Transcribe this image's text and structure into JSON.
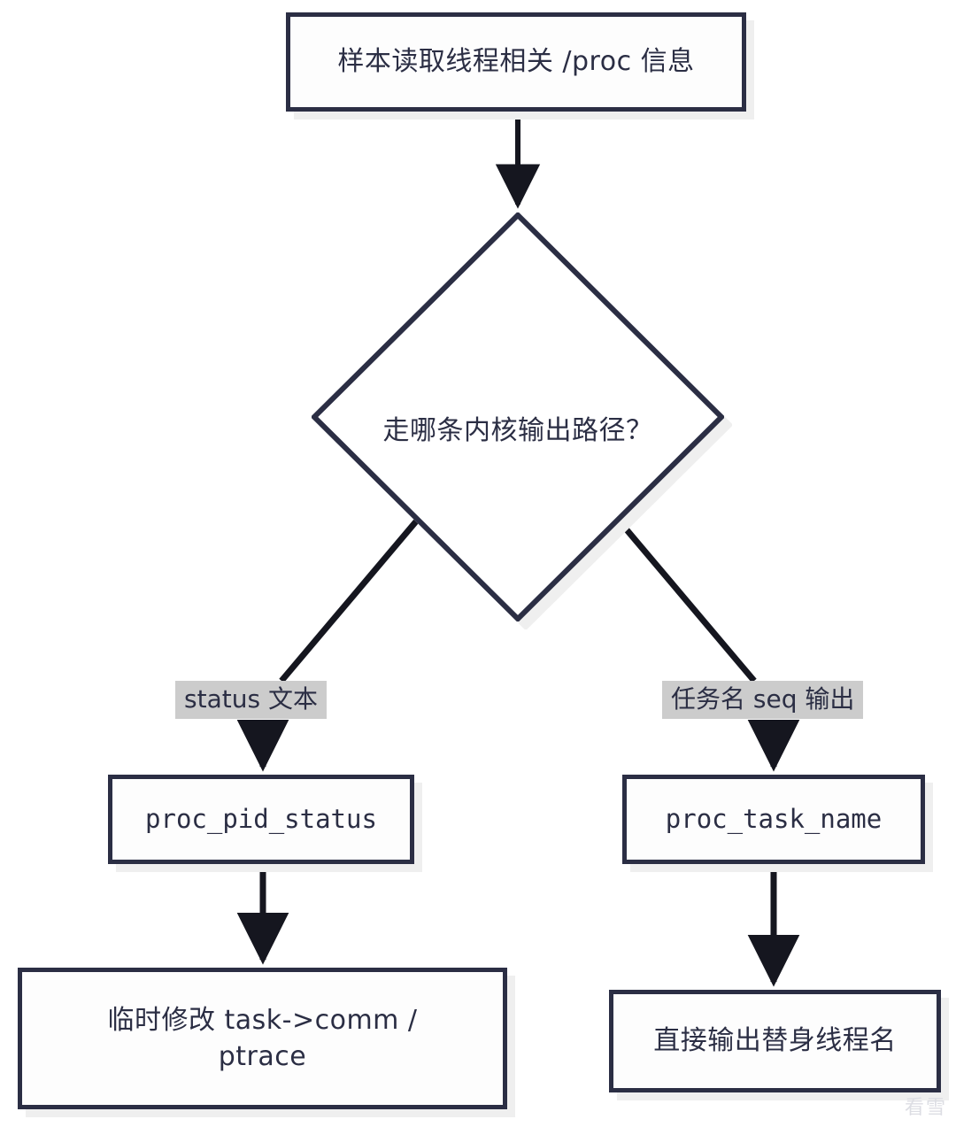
{
  "diagram": {
    "type": "flowchart",
    "orientation": "top-down",
    "title_text": "样本读取线程相关 /proc 信息",
    "colors": {
      "node_border": "#2b2e44",
      "node_fill": "#fdfdfd",
      "connector": "#15161f",
      "shadow": "#efefef",
      "edge_label_bg": "#cccccc",
      "page_bg": "#ffffff"
    }
  },
  "nodes": {
    "start": {
      "id": "start",
      "shape": "rect",
      "label": "样本读取线程相关 /proc 信息"
    },
    "decision": {
      "id": "decision",
      "shape": "diamond",
      "label": "走哪条内核输出路径？"
    },
    "left_process": {
      "id": "proc_pid_status",
      "shape": "rect",
      "label": "proc_pid_status"
    },
    "right_process": {
      "id": "proc_task_name",
      "shape": "rect",
      "label": "proc_task_name"
    },
    "left_end": {
      "id": "left_end",
      "shape": "rect",
      "label": "临时修改 task->comm /\nptrace"
    },
    "right_end": {
      "id": "right_end",
      "shape": "rect",
      "label": "直接输出替身线程名"
    }
  },
  "edges": [
    {
      "from": "start",
      "to": "decision",
      "label": ""
    },
    {
      "from": "decision",
      "to": "left_process",
      "label": "status 文本"
    },
    {
      "from": "decision",
      "to": "right_process",
      "label": "任务名 seq 输出"
    },
    {
      "from": "left_process",
      "to": "left_end",
      "label": ""
    },
    {
      "from": "right_process",
      "to": "right_end",
      "label": ""
    }
  ],
  "edge_labels": {
    "left": "status 文本",
    "right": "任务名 seq 输出"
  },
  "watermark": {
    "text": "看雪"
  }
}
